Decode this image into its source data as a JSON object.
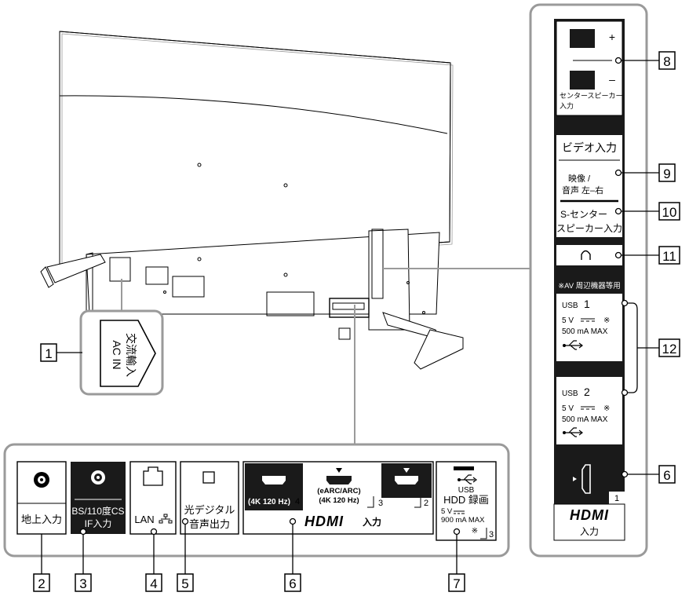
{
  "callouts": [
    "1",
    "2",
    "3",
    "4",
    "5",
    "6",
    "7",
    "8",
    "9",
    "10",
    "11",
    "12"
  ],
  "ac_label": {
    "line1": "AC IN",
    "line2": "交流輸入"
  },
  "bottom_panel": {
    "ports": [
      {
        "id": "2",
        "label": "地上入力"
      },
      {
        "id": "3",
        "label_line1": "BS/110度CS",
        "label_line2": "IF入力"
      },
      {
        "id": "4",
        "label": "LAN"
      },
      {
        "id": "5",
        "label_line1": "光デジタル",
        "label_line2": "音声出力"
      }
    ],
    "hdmi": {
      "port4_text": "(4K 120 Hz)",
      "port4_num": "4",
      "port3_text_line1": "(eARC/ARC)",
      "port3_text_line2": "(4K 120 Hz)",
      "port3_num": "3",
      "port2_num": "2",
      "logo": "HDMI",
      "input_label": "入力"
    },
    "usb3": {
      "title": "USB",
      "label": "HDD 録画",
      "spec_line1": "5 V",
      "spec_line2": "900 mA MAX",
      "mark": "※",
      "num": "3"
    }
  },
  "side_panel": {
    "center_speaker_label_line1": "センタースピーカー",
    "center_speaker_label_line2": "入力",
    "plus": "+",
    "minus": "–",
    "video_input_title": "ビデオ入力",
    "video_line1": "映像 /",
    "video_line2": "音声  左–右",
    "s_center_line1": "S-センター",
    "s_center_line2": "スピーカー入力",
    "av_note": "※AV 周辺機器等用",
    "usb1": {
      "title": "USB",
      "num": "1",
      "spec_line1": "5 V",
      "mark": "※",
      "spec_line2": "500 mA MAX"
    },
    "usb2": {
      "title": "USB",
      "num": "2",
      "spec_line1": "5 V",
      "mark": "※",
      "spec_line2": "500 mA MAX"
    },
    "hdmi1": {
      "num": "1",
      "logo": "HDMI",
      "input_label": "入力"
    }
  }
}
